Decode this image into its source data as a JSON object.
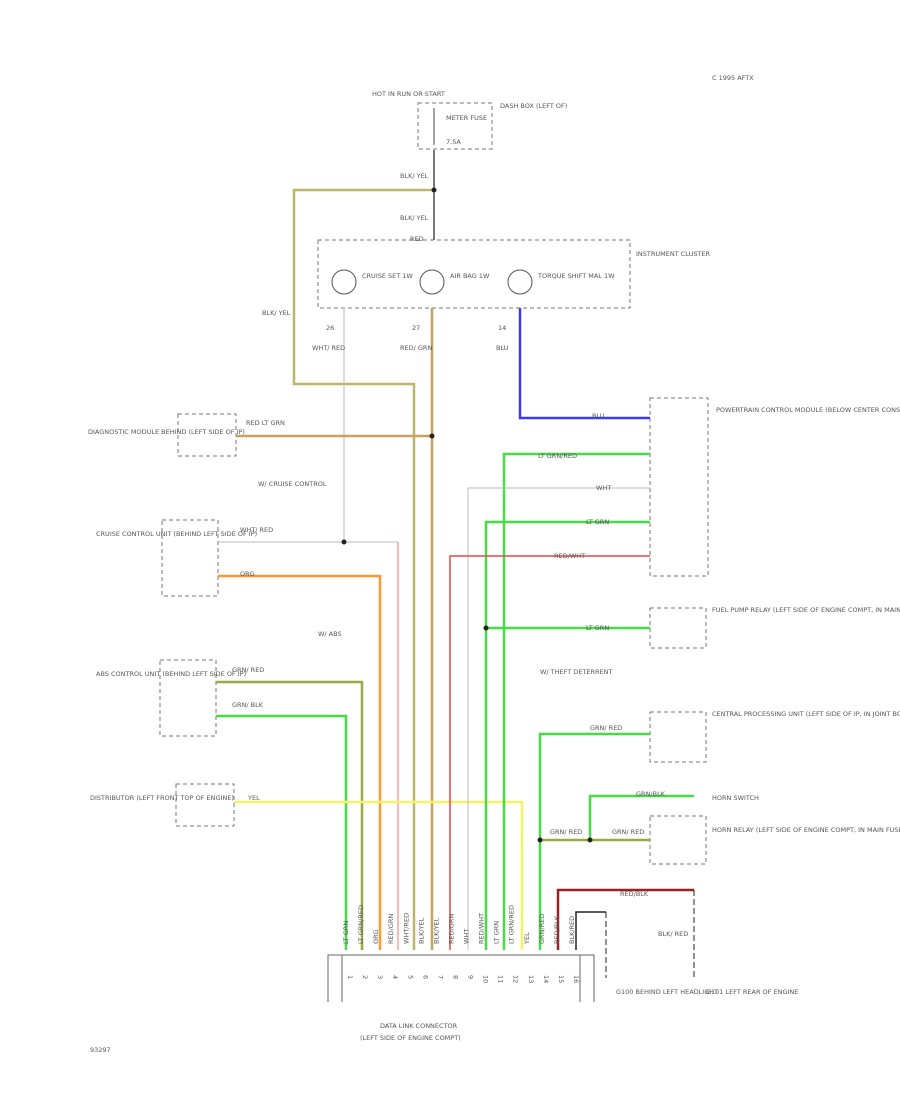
{
  "header": {
    "version": "C 1995 AFTX",
    "hot_label": "HOT IN RUN OR START",
    "fuse_name": "METER FUSE",
    "fuse_amps": "7.5A",
    "fuse_box": "DASH BOX (LEFT OF)"
  },
  "footer_id": "93297",
  "components": {
    "instrument_cluster": "INSTRUMENT CLUSTER",
    "diagnostic_module": "DIAGNOSTIC MODULE BEHIND (LEFT SIDE OF IP)",
    "cruise_control_unit": "CRUISE CONTROL UNIT (BEHIND LEFT SIDE OF IP)",
    "abs_control_unit": "ABS CONTROL UNIT (BEHIND LEFT SIDE OF IP)",
    "distributor": "DISTRIBUTOR (LEFT FRONT TOP OF ENGINE)",
    "powertrain_module": "POWERTRAIN CONTROL MODULE (BELOW CENTER CONSOLE)",
    "fuel_pump_relay": "FUEL PUMP RELAY (LEFT SIDE OF ENGINE COMPT, IN MAIN FUSE BLOCK)",
    "central_processing": "CENTRAL PROCESSING UNIT (LEFT SIDE OF IP, IN JOINT BOX)",
    "horn_switch": "HORN SWITCH",
    "horn_relay": "HORN RELAY (LEFT SIDE OF ENGINE COMPT, IN MAIN FUSE BLOCK)",
    "data_link": "DATA LINK CONNECTOR",
    "data_link_loc": "(LEFT SIDE OF ENGINE COMPT)",
    "ground_g100": "G100 BEHIND LEFT HEADLIGHT",
    "ground_g101": "G101 LEFT REAR OF ENGINE"
  },
  "lamps": [
    {
      "label": "CRUISE SET 1W"
    },
    {
      "label": "AIR BAG 1W"
    },
    {
      "label": "TORQUE SHIFT MAL 1W"
    }
  ],
  "cluster_pins": [
    "26",
    "27",
    "14"
  ],
  "notes": {
    "cruise": "W/ CRUISE CONTROL",
    "abs": "W/ ABS",
    "theft": "W/ THEFT DETERRENT"
  },
  "wire_labels": {
    "blk_yel_top": "BLK/ YEL",
    "blk_yel_mid": "BLK/ YEL",
    "blk_yel_left": "BLK/ YEL",
    "red_top": "RED",
    "wht_red": "WHT/ RED",
    "red_grn": "RED/ GRN",
    "blu": "BLU",
    "red_grn_diag": "RED LT GRN",
    "wht_red_cruise": "WHT/ RED",
    "org": "ORG",
    "grn_red": "GRN/ RED",
    "grn_blk": "GRN/ BLK",
    "yel": "YEL",
    "blu_pcm": "BLU",
    "lt_grn_red": "LT GRN/RED",
    "lt_grn_blu": "LT GRN/RED",
    "wht": "WHT",
    "lt_grn": "LT GRN",
    "red_wht": "RED/WHT",
    "lt_grn_fp": "LT GRN",
    "grn_red_cpu": "GRN/ RED",
    "grn_blk_horn": "GRN/BLK",
    "grn_red_horn1": "GRN/ RED",
    "grn_red_horn2": "GRN/ RED",
    "red_blk": "RED/BLK",
    "blk_red": "BLK/ RED"
  },
  "dlc_pins": [
    "1",
    "2",
    "3",
    "4",
    "5",
    "6",
    "7",
    "8",
    "9",
    "10",
    "11",
    "12",
    "13",
    "14",
    "15",
    "16"
  ],
  "dlc_wires": [
    "LT GRN",
    "LT GRN/RED",
    "ORG",
    "RED/GRN",
    "WHT/RED",
    "BLK/YEL",
    "BLK/YEL",
    "RED/GRN",
    "WHT",
    "RED/WHT",
    "LT GRN",
    "LT GRN/RED",
    "YEL",
    "GRN/RED",
    "RED/BLK",
    "BLK/RED"
  ],
  "colors": {
    "blk_yel": "#bdb56a",
    "red_grn": "#c8a060",
    "blu": "#3a3aff",
    "lt_grn": "#44dd44",
    "orange": "#ff9933",
    "pink": "#f4a0a0",
    "yellow": "#f5f26a",
    "red": "#e04a4a",
    "dark_red": "#a02020",
    "grey_wire": "#bbbbbb",
    "black": "#222222"
  }
}
